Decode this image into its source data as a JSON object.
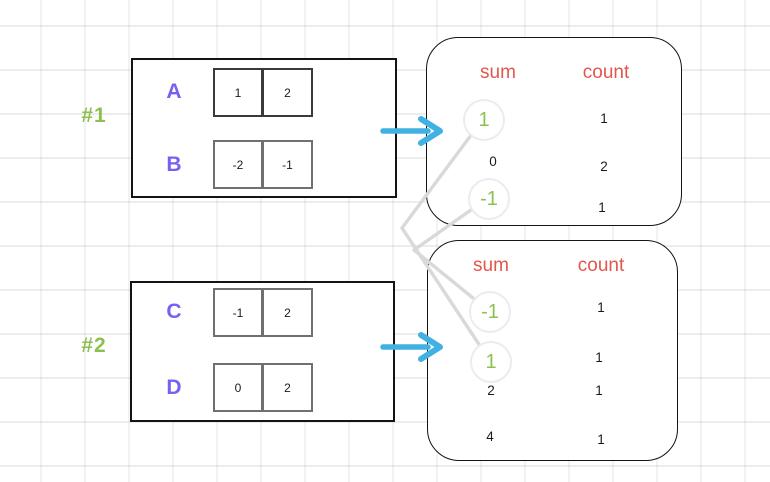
{
  "groups": [
    {
      "label": "#1",
      "arrays": [
        {
          "name": "A",
          "values": [
            "1",
            "2"
          ]
        },
        {
          "name": "B",
          "values": [
            "-2",
            "-1"
          ]
        }
      ]
    },
    {
      "label": "#2",
      "arrays": [
        {
          "name": "C",
          "values": [
            "-1",
            "2"
          ]
        },
        {
          "name": "D",
          "values": [
            "0",
            "2"
          ]
        }
      ]
    }
  ],
  "results": [
    {
      "headers": {
        "sum": "sum",
        "count": "count"
      },
      "rows": [
        {
          "sum": "1",
          "count": "1",
          "highlighted": true
        },
        {
          "sum": "0",
          "count": "2",
          "highlighted": false
        },
        {
          "sum": "-1",
          "count": "1",
          "highlighted": true
        }
      ]
    },
    {
      "headers": {
        "sum": "sum",
        "count": "count"
      },
      "rows": [
        {
          "sum": "-1",
          "count": "1",
          "highlighted": true
        },
        {
          "sum": "1",
          "count": "1",
          "highlighted": true
        },
        {
          "sum": "2",
          "count": "1",
          "highlighted": false
        },
        {
          "sum": "4",
          "count": "1",
          "highlighted": false
        }
      ]
    }
  ],
  "colors": {
    "group_label_green": "#8cc152",
    "array_name_purple": "#7b5ff0",
    "header_orange": "#e2574c",
    "highlight_green": "#8cc152",
    "arrow_blue": "#41b1e4",
    "connector_gray": "#d9d9d9",
    "border_black": "#141414"
  }
}
